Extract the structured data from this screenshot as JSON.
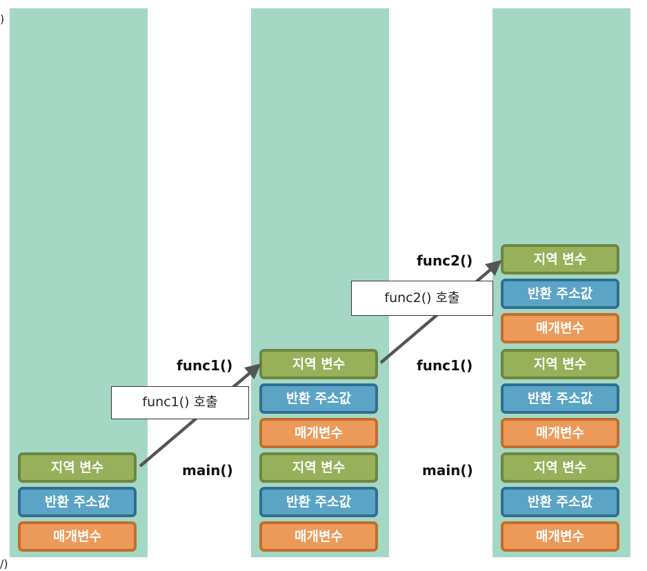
{
  "labels": {
    "local": "지역 변수",
    "ret": "반환 주소값",
    "param": "매개변수"
  },
  "func_labels": {
    "func2": "func2()",
    "func1": "func1()",
    "main": "main()"
  },
  "calls": {
    "func1": "func1() 호출",
    "func2": "func2() 호출"
  },
  "edge_marks": {
    "top": ")",
    "bottom": "/)"
  },
  "colors": {
    "column": "#a4d8c4",
    "local": "#97b05a",
    "ret": "#5ba4c6",
    "param": "#ec9a5a",
    "arrow": "#555555"
  }
}
